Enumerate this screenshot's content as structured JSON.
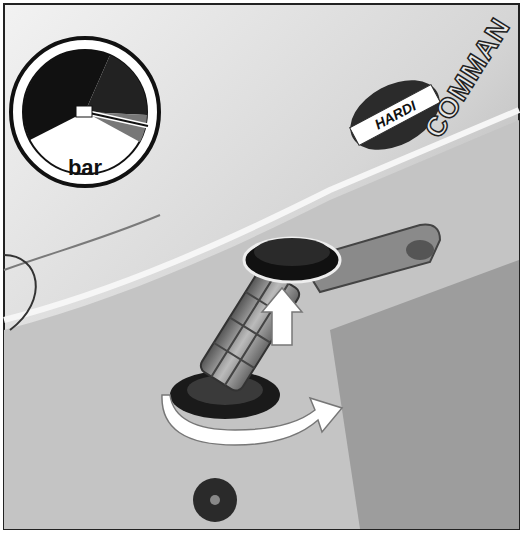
{
  "diagram": {
    "labels": [
      "bar",
      "HARDI",
      "COMMAN"
    ]
  }
}
